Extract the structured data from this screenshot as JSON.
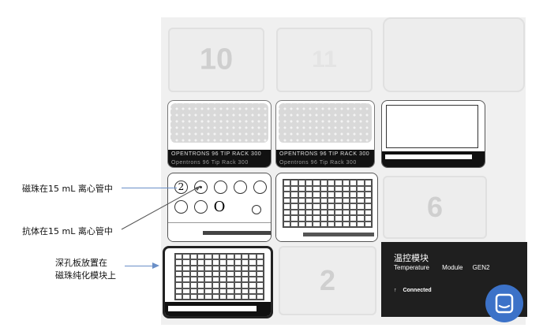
{
  "deck": {
    "slot10_label": "10",
    "slot11_label": "11",
    "slot6_label": "6",
    "slot2_label": "2"
  },
  "labware": {
    "tiprack_a_line1": "OPENTRONS 96 TIP RACK 300",
    "tiprack_a_line2": "Opentrons 96 Tip Rack 300",
    "tiprack_b_line1": "OPENTRONS 96 TIP RACK 300",
    "tiprack_b_line2": "Opentrons 96 Tip Rack 300",
    "tube_rack_mark1": "2",
    "tube_rack_mark2": "O"
  },
  "annotations": {
    "beads": "磁珠在15 mL 离心管中",
    "antibody": "抗体在15 mL 离心管中",
    "deepwell_line1": "深孔板放置在",
    "deepwell_line2": "磁珠纯化模块上"
  },
  "temp_module": {
    "title": "温控模块",
    "name": "Temperature",
    "type": "Module",
    "gen": "GEN2",
    "status": "Connected"
  },
  "colors": {
    "accent": "#3c72c8",
    "module_bg": "#1f1f1f"
  }
}
